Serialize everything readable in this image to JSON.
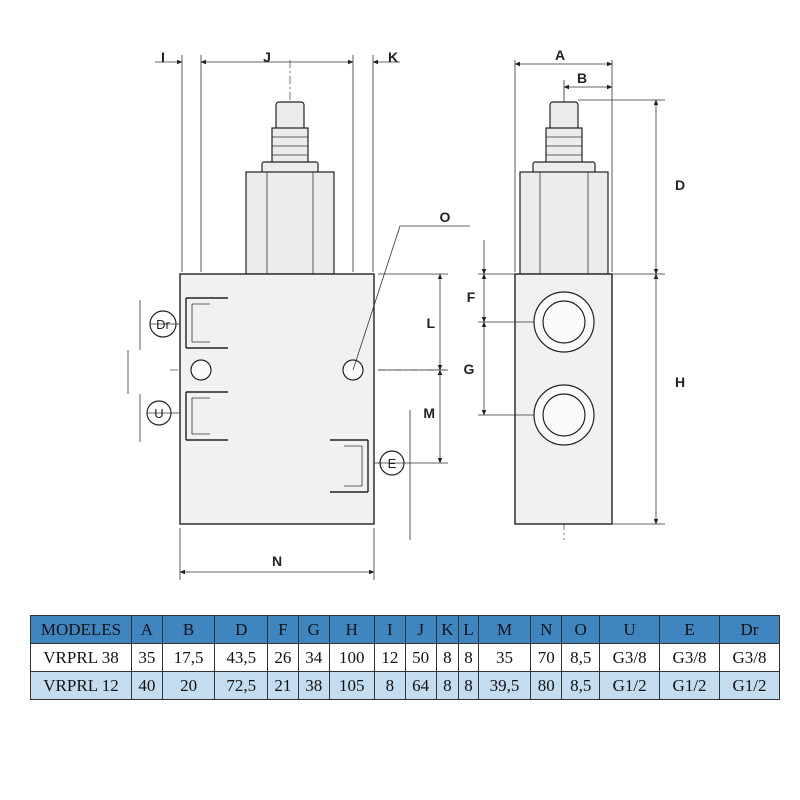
{
  "dimension_labels": {
    "I": "I",
    "J": "J",
    "K": "K",
    "A": "A",
    "B": "B",
    "D": "D",
    "O": "O",
    "F": "F",
    "L": "L",
    "G": "G",
    "H": "H",
    "M": "M",
    "N": "N"
  },
  "port_labels": {
    "Dr": "Dr",
    "U": "U",
    "E": "E"
  },
  "table": {
    "headers": [
      "MODELES",
      "A",
      "B",
      "D",
      "F",
      "G",
      "H",
      "I",
      "J",
      "K",
      "L",
      "M",
      "N",
      "O",
      "U",
      "E",
      "Dr"
    ],
    "rows": [
      [
        "VRPRL 38",
        "35",
        "17,5",
        "43,5",
        "26",
        "34",
        "100",
        "12",
        "50",
        "8",
        "8",
        "35",
        "70",
        "8,5",
        "G3/8",
        "G3/8",
        "G3/8"
      ],
      [
        "VRPRL 12",
        "40",
        "20",
        "72,5",
        "21",
        "38",
        "105",
        "8",
        "64",
        "8",
        "8",
        "39,5",
        "80",
        "8,5",
        "G1/2",
        "G1/2",
        "G1/2"
      ]
    ],
    "header_color": "#3f86c1",
    "alt_row_color": "#c4dcef"
  }
}
